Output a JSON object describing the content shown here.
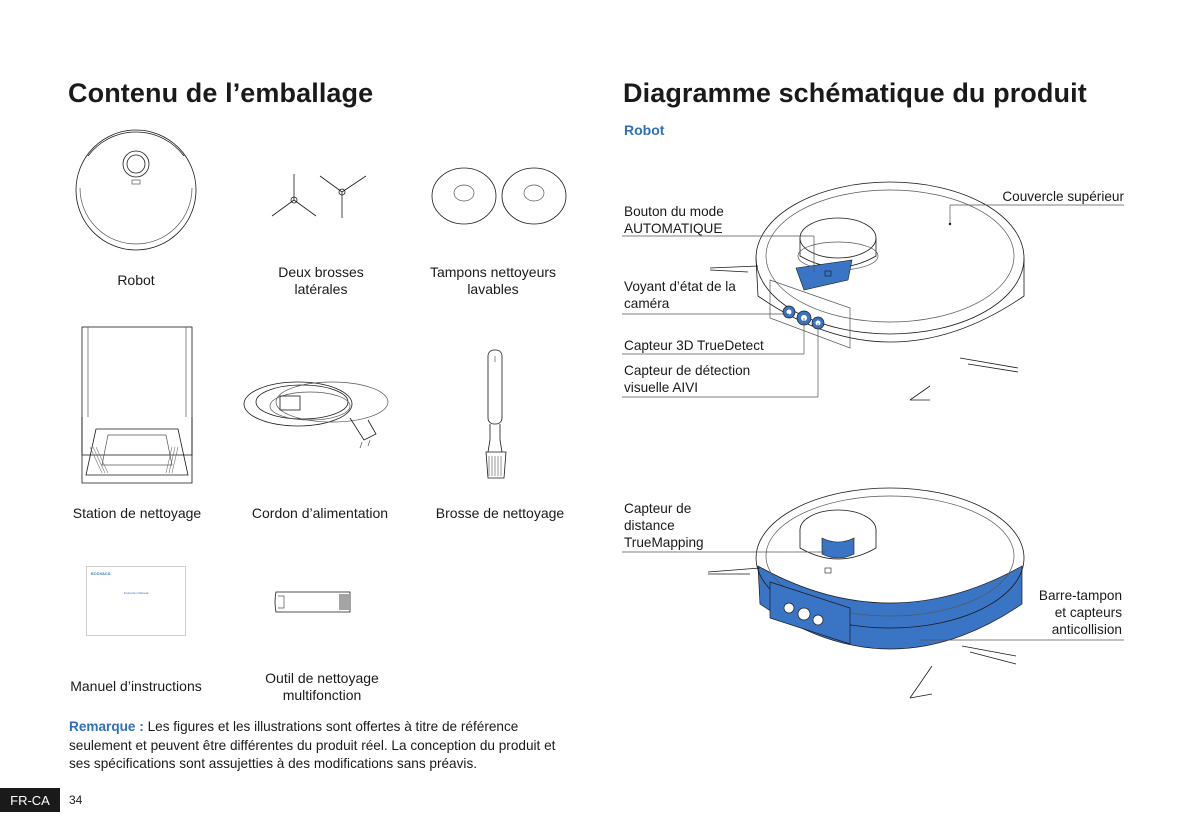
{
  "left": {
    "title": "Contenu de l’emballage",
    "items": [
      {
        "label": "Robot"
      },
      {
        "label": "Deux brosses\nlatérales"
      },
      {
        "label": "Tampons nettoyeurs\nlavables"
      },
      {
        "label": "Station de nettoyage"
      },
      {
        "label": "Cordon d’alimentation"
      },
      {
        "label": "Brosse de nettoyage"
      },
      {
        "label": "Manuel d’instructions"
      },
      {
        "label": "Outil de nettoyage\nmultifonction"
      }
    ],
    "manual_brand": "ECOVACS",
    "manual_title": "Instruction Manual",
    "note_label": "Remarque :",
    "note_text": " Les figures et les illustrations sont offertes à titre de référence seulement et peuvent être différentes du produit réel. La conception du produit et ses spécifications sont assujetties à des modifications sans préavis."
  },
  "right": {
    "title": "Diagramme schématique du produit",
    "subtitle": "Robot",
    "callouts_top": [
      {
        "label": "Bouton du mode\nAUTOMATIQUE"
      },
      {
        "label": "Voyant d’état de la\ncaméra"
      },
      {
        "label": "Capteur 3D TrueDetect"
      },
      {
        "label": "Capteur de détection\nvisuelle AIVI"
      },
      {
        "label": "Couvercle supérieur"
      }
    ],
    "callouts_bottom": [
      {
        "label": "Capteur de\ndistance\nTrueMapping"
      },
      {
        "label": "Barre-tampon\net capteurs\nanticollision"
      }
    ]
  },
  "footer": {
    "lang": "FR-CA",
    "page": "34"
  },
  "colors": {
    "accent": "#2f6fbd",
    "highlight": "#3a74c4",
    "text": "#1a1a1a"
  }
}
